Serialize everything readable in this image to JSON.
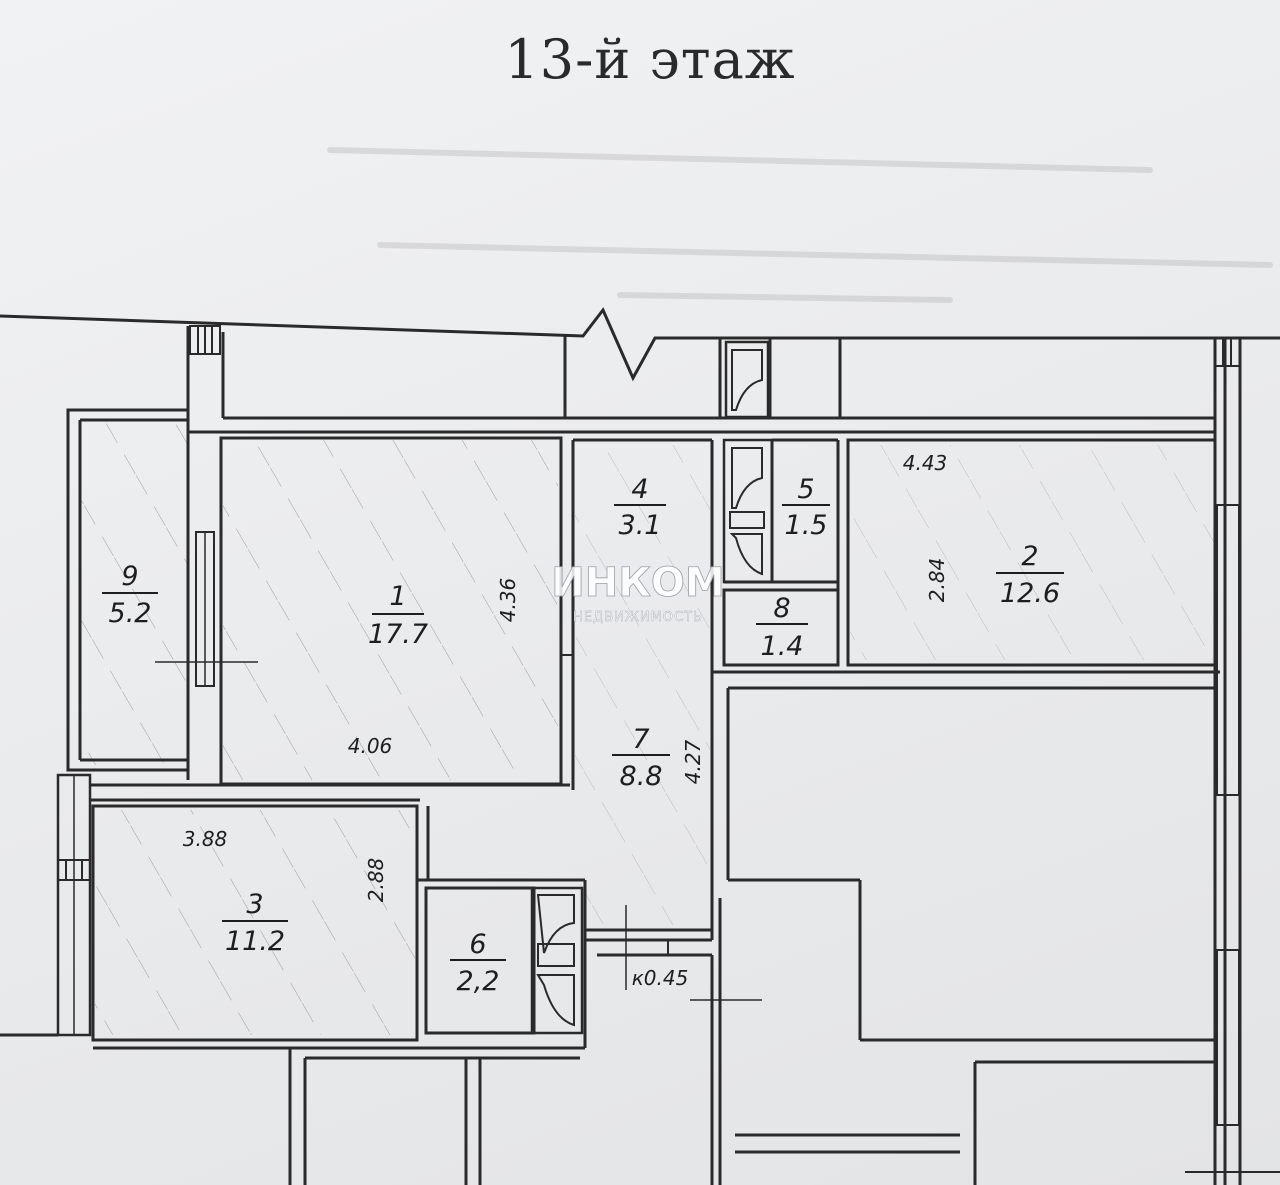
{
  "floor_title": "13-й этаж",
  "rooms": [
    {
      "id": "room-1",
      "number": "1",
      "area": "17.7"
    },
    {
      "id": "room-2",
      "number": "2",
      "area": "12.6"
    },
    {
      "id": "room-3",
      "number": "3",
      "area": "11.2"
    },
    {
      "id": "room-4",
      "number": "4",
      "area": "3.1"
    },
    {
      "id": "room-5",
      "number": "5",
      "area": "1.5"
    },
    {
      "id": "room-6",
      "number": "6",
      "area": "2,2"
    },
    {
      "id": "room-7",
      "number": "7",
      "area": "8.8"
    },
    {
      "id": "room-8",
      "number": "8",
      "area": "1.4"
    },
    {
      "id": "room-9",
      "number": "9",
      "area": "5.2"
    }
  ],
  "dimensions": {
    "room1_width": "4.06",
    "room1_length": "4.36",
    "room2_width": "4.43",
    "room2_length": "2.84",
    "room3_width": "3.88",
    "room3_length": "2.88",
    "room7_length": "4.27",
    "level_mark": "к0.45"
  },
  "watermark": {
    "brand": "ИНКОМ",
    "tagline": "НЕДВИЖИМОСТЬ"
  },
  "colors": {
    "wall": "#2a2a2a",
    "paper": "#eeeff1"
  }
}
